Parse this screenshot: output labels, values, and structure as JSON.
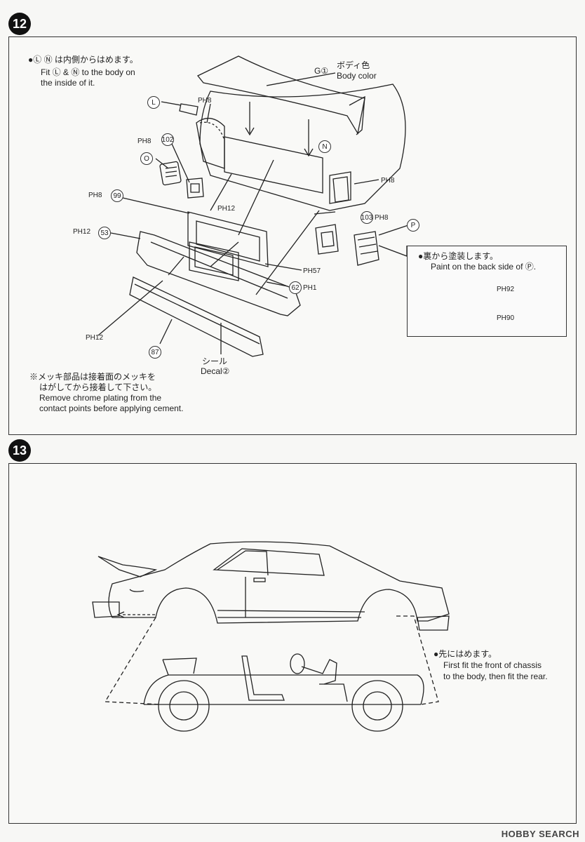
{
  "step12": {
    "number": "12",
    "note_fit_jp": "●Ⓛ Ⓝ は内側からはめます。",
    "note_fit_en1": "Fit Ⓛ & Ⓝ to the body on",
    "note_fit_en2": "the inside of it.",
    "body_color_part": "G①",
    "body_color_jp": "ボディ色",
    "body_color_en": "Body color",
    "paint_note_jp": "●裏から塗装します。",
    "paint_note_en": "Paint on the back side of Ⓟ.",
    "chrome_note_jp1": "※メッキ部品は接着面のメッキを",
    "chrome_note_jp2": "はがしてから接着して下さい。",
    "chrome_note_en1": "Remove chrome plating from the",
    "chrome_note_en2": "contact points before applying cement.",
    "decal_jp": "シール",
    "decal_en": "Decal②",
    "labels": {
      "L": "L",
      "N": "N",
      "O": "O",
      "P": "P",
      "p102": "102",
      "p99": "99",
      "p53": "53",
      "p62": "62",
      "p103": "103",
      "p87": "87",
      "ph8a": "PH8",
      "ph8b": "PH8",
      "ph8c": "PH8",
      "ph8d": "PH8",
      "ph8e": "PH8",
      "ph12a": "PH12",
      "ph12b": "PH12",
      "ph12c": "PH12",
      "ph57": "PH57",
      "ph1": "PH1",
      "ph92": "PH92",
      "ph90": "PH90"
    }
  },
  "step13": {
    "number": "13",
    "note_jp": "●先にはめます。",
    "note_en1": "First fit the front of chassis",
    "note_en2": "to the body, then fit the rear."
  },
  "watermark": "HOBBY SEARCH"
}
